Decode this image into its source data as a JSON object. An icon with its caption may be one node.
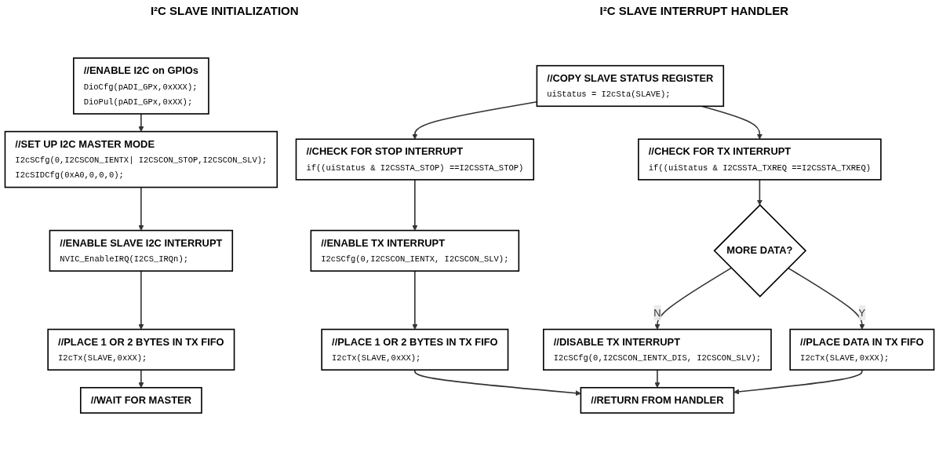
{
  "diagram": {
    "nodes": [
      {
        "text": [
          "//ENABLE I2C on GPIOs",
          "DioCfg(pADI_GPx,0xXXX);",
          "DioPul(pADI_GPx,0xXX);"
        ]
      },
      {
        "text": [
          "//SET UP I2C MASTER MODE",
          "I2cSCfg(0,I2CSCON_IENTX| I2CSCON_STOP,I2CSCON_SLV);",
          "I2cSIDCfg(0xA0,0,0,0);"
        ]
      },
      {
        "text": [
          "//ENABLE SLAVE I2C INTERRUPT",
          "NVIC_EnableIRQ(I2CS_IRQn);"
        ]
      },
      {
        "text": [
          "//PLACE 1 OR 2 BYTES IN TX FIFO",
          "I2cTx(SLAVE,0xXX);"
        ]
      },
      {
        "text": [
          "//WAIT FOR MASTER"
        ]
      },
      {
        "text": [
          "//COPY SLAVE STATUS REGISTER",
          "uiStatus = I2cSta(SLAVE);"
        ]
      },
      {
        "text": [
          "//CHECK FOR STOP INTERRUPT",
          "if((uiStatus & I2CSSTA_STOP) ==I2CSSTA_STOP)"
        ]
      },
      {
        "text": [
          "//CHECK FOR TX INTERRUPT",
          "if((uiStatus & I2CSSTA_TXREQ ==I2CSSTA_TXREQ)"
        ]
      },
      {
        "text": [
          "//ENABLE TX INTERRUPT",
          "I2cSCfg(0,I2CSCON_IENTX, I2CSCON_SLV);"
        ]
      },
      {
        "text": [
          "MORE DATA?"
        ]
      },
      {
        "text": [
          "//PLACE DATA IN TX FIFO",
          "I2cTx(SLAVE,0xXX);"
        ]
      },
      {
        "text": [
          "//PLACE 1 OR 2 BYTES IN TX FIFO",
          "I2cTx(SLAVE,0xXX);"
        ]
      },
      {
        "text": [
          "//DISABLE TX INTERRUPT",
          "I2cSCfg(0,I2CSCON_IENTX_DIS, I2CSCON_SLV);"
        ]
      },
      {
        "text": [
          "//RETURN FROM HANDLER"
        ]
      }
    ],
    "edges": [
      {
        "from": 0,
        "to": 1,
        "arrow": "to"
      },
      {
        "from": 1,
        "to": 2,
        "arrow": "to"
      },
      {
        "from": 2,
        "to": 3,
        "arrow": "to"
      },
      {
        "from": 3,
        "to": 4,
        "arrow": "to"
      },
      {
        "from": 5,
        "to": 6,
        "arrow": "to"
      },
      {
        "from": 5,
        "to": 7,
        "arrow": "to"
      },
      {
        "from": 6,
        "to": 8,
        "arrow": "to"
      },
      {
        "from": 7,
        "to": 9,
        "arrow": "to"
      },
      {
        "from": 8,
        "to": 11,
        "arrow": "to"
      },
      {
        "from": 9,
        "to": 10,
        "arrow": "to",
        "label": "Y"
      },
      {
        "from": 9,
        "to": 12,
        "arrow": "to",
        "label": "N"
      },
      {
        "from": 11,
        "to": 13,
        "arrow": "to"
      },
      {
        "from": 12,
        "to": 13,
        "arrow": "to"
      },
      {
        "from": 10,
        "to": 13,
        "arrow": "to"
      }
    ],
    "labels": [
      "I²C SLAVE INITIALIZATION",
      "I²C SLAVE INTERRUPT HANDLER"
    ]
  }
}
